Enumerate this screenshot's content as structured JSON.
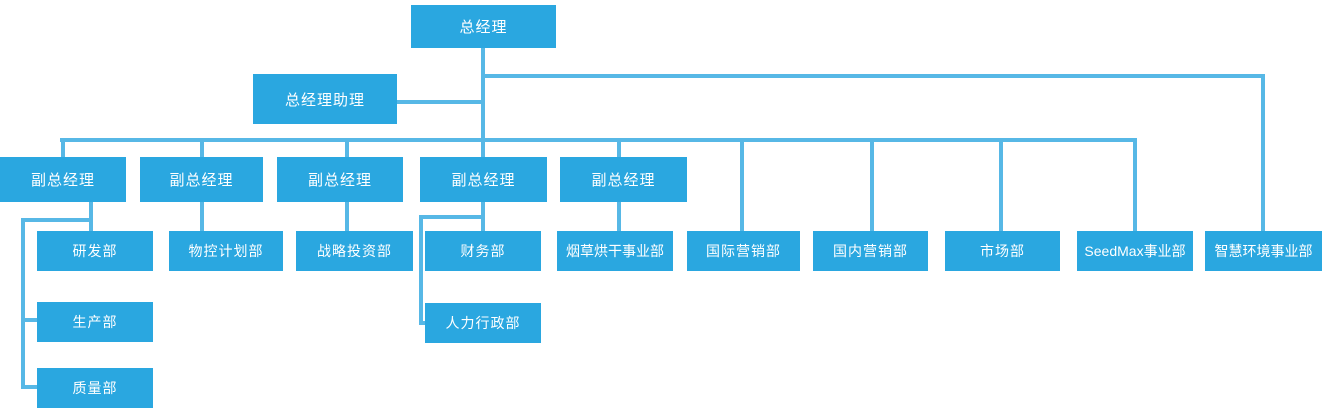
{
  "org_chart": {
    "title": "company-organization-chart",
    "colors": {
      "node_fill": "#2aa7e0",
      "connector_line": "#57b8e6",
      "node_text": "#ffffff",
      "background": "#ffffff"
    },
    "nodes": {
      "gm": {
        "label": "总经理"
      },
      "assistant": {
        "label": "总经理助理"
      },
      "vgm1": {
        "label": "副总经理"
      },
      "vgm2": {
        "label": "副总经理"
      },
      "vgm3": {
        "label": "副总经理"
      },
      "vgm4": {
        "label": "副总经理"
      },
      "vgm5": {
        "label": "副总经理"
      },
      "rd": {
        "label": "研发部"
      },
      "material_planning": {
        "label": "物控计划部"
      },
      "strategic_investment": {
        "label": "战略投资部"
      },
      "finance": {
        "label": "财务部"
      },
      "tobacco_drying": {
        "label": "烟草烘干事业部"
      },
      "intl_marketing": {
        "label": "国际营销部"
      },
      "domestic_marketing": {
        "label": "国内营销部"
      },
      "marketing": {
        "label": "市场部"
      },
      "seedmax": {
        "label": "SeedMax事业部"
      },
      "smart_environment": {
        "label": "智慧环境事业部"
      },
      "production": {
        "label": "生产部"
      },
      "hr_admin": {
        "label": "人力行政部"
      },
      "quality": {
        "label": "质量部"
      }
    },
    "hierarchy": {
      "gm_children": [
        "assistant",
        "vgm1",
        "vgm2",
        "vgm3",
        "vgm4",
        "vgm5",
        "intl_marketing",
        "domestic_marketing",
        "marketing",
        "seedmax",
        "smart_environment"
      ],
      "vgm1_children": [
        "rd",
        "production",
        "quality"
      ],
      "vgm2_children": [
        "material_planning"
      ],
      "vgm3_children": [
        "strategic_investment"
      ],
      "vgm4_children": [
        "finance",
        "hr_admin"
      ],
      "vgm5_children": [
        "tobacco_drying"
      ]
    }
  }
}
